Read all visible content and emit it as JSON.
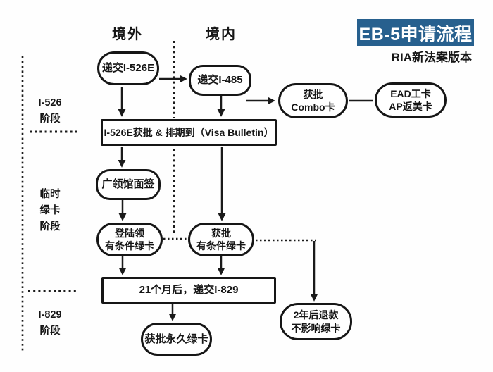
{
  "title": {
    "badge": "EB-5申请流程",
    "subtitle": "RIA新法案版本",
    "badge_bg": "#27608e",
    "badge_text_color": "#ffffff"
  },
  "columns": {
    "overseas": "境外",
    "domestic": "境内"
  },
  "stages": {
    "stage1": "I-526\n阶段",
    "stage2": "临时\n绿卡\n阶段",
    "stage3": "I-829\n阶段"
  },
  "nodes": {
    "submit_i526e": "递交I-526E",
    "submit_i485": "递交I-485",
    "combo_card": "获批\nCombo卡",
    "ead_ap_card": "EAD工卡\nAP返美卡",
    "i526e_approved": "I-526E获批 & 排期到（Visa Bulletin）",
    "consulate_interview": "广领馆面签",
    "landing_conditional_gc": "登陆领\n有条件绿卡",
    "approved_conditional_gc": "获批\n有条件绿卡",
    "file_i829": "21个月后，递交I-829",
    "permanent_gc": "获批永久绿卡",
    "refund": "2年后退款\n不影响绿卡"
  },
  "diagram": {
    "line_color": "#1a1a1a",
    "background": "#fefefe"
  }
}
